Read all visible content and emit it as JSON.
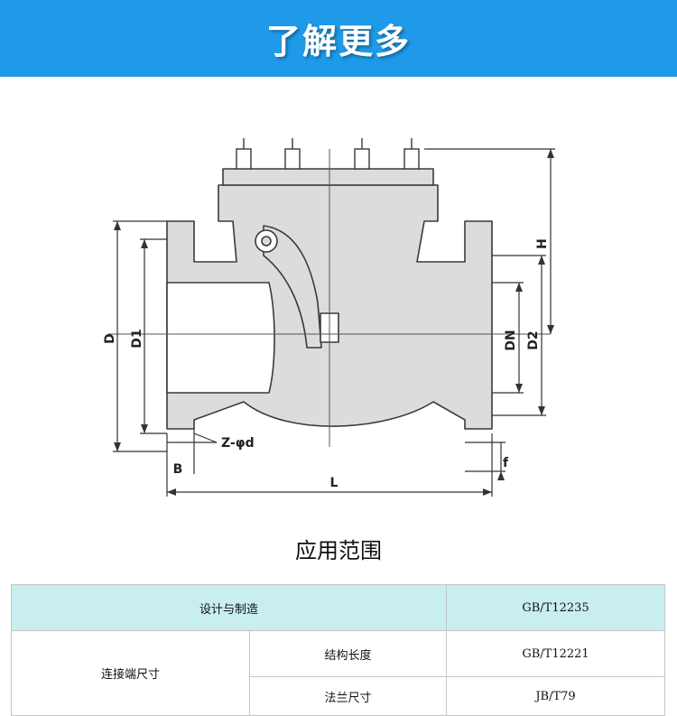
{
  "banner": {
    "title": "了解更多"
  },
  "drawing": {
    "labels": {
      "D": "D",
      "D1": "D1",
      "DN": "DN",
      "D2": "D2",
      "H": "H",
      "L": "L",
      "B": "B",
      "f": "f",
      "z_phi_d": "Z-φd"
    }
  },
  "section": {
    "title": "应用范围"
  },
  "table": {
    "rows": [
      {
        "label": "设计与制造",
        "value": "GB/T12235"
      },
      {
        "group": "连接端尺寸",
        "sub": "结构长度",
        "value": "GB/T12221"
      },
      {
        "sub": "法兰尺寸",
        "value": "JB/T79"
      }
    ]
  },
  "colors": {
    "banner": "#1e9ae8",
    "table_header": "#c8eef0",
    "body_fill": "#dcdcdc",
    "line": "#3a3a3a"
  }
}
